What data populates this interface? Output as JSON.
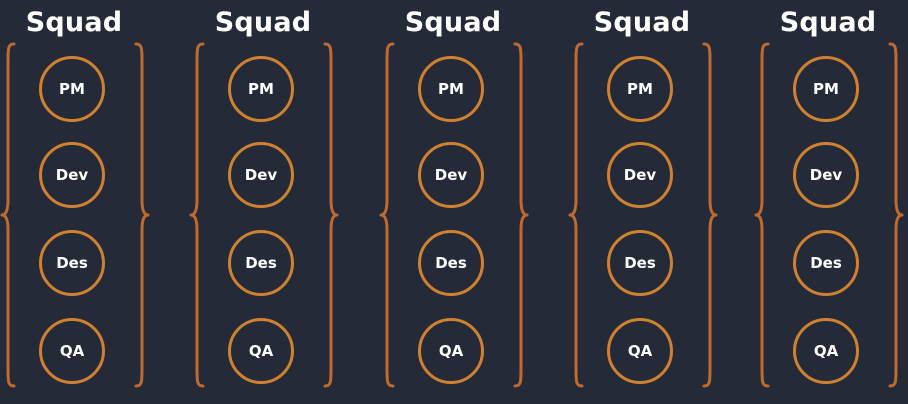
{
  "squads": [
    {
      "title": "Squad",
      "members": [
        "PM",
        "Dev",
        "Des",
        "QA"
      ]
    },
    {
      "title": "Squad",
      "members": [
        "PM",
        "Dev",
        "Des",
        "QA"
      ]
    },
    {
      "title": "Squad",
      "members": [
        "PM",
        "Dev",
        "Des",
        "QA"
      ]
    },
    {
      "title": "Squad",
      "members": [
        "PM",
        "Dev",
        "Des",
        "QA"
      ]
    },
    {
      "title": "Squad",
      "members": [
        "PM",
        "Dev",
        "Des",
        "QA"
      ]
    }
  ],
  "colors": {
    "background": "#242a38",
    "brace": "#c06a2e",
    "circle": "#cf8130",
    "text": "#ffffff"
  }
}
